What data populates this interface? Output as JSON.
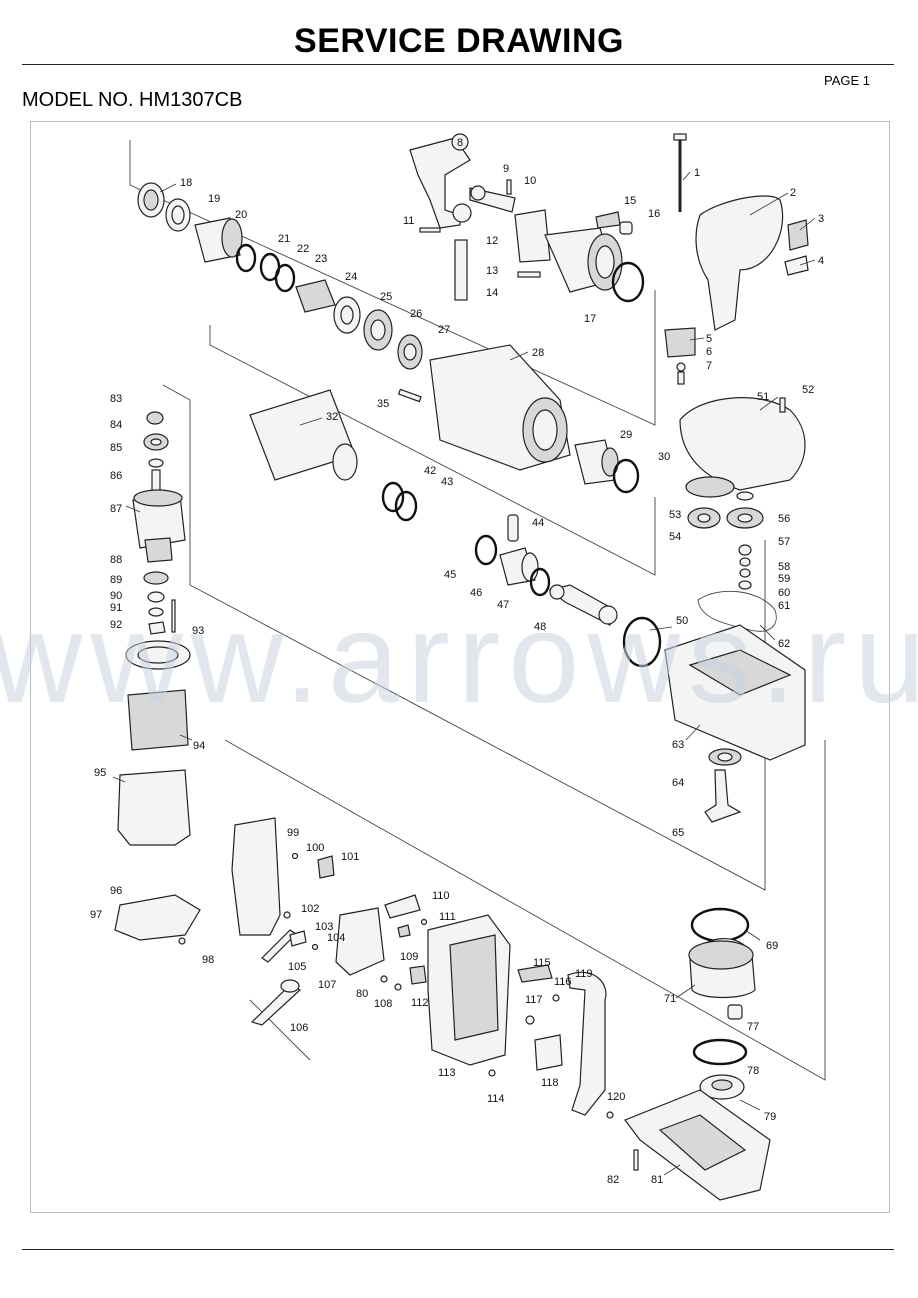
{
  "header": {
    "title": "SERVICE DRAWING",
    "page_label": "PAGE 1",
    "model_label": "MODEL NO. HM1307CB"
  },
  "watermark": "www.arrows.ru",
  "parts": [
    {
      "id": "p1",
      "label": "1"
    },
    {
      "id": "p2",
      "label": "2"
    },
    {
      "id": "p3",
      "label": "3"
    },
    {
      "id": "p4",
      "label": "4"
    },
    {
      "id": "p5",
      "label": "5"
    },
    {
      "id": "p6",
      "label": "6"
    },
    {
      "id": "p7",
      "label": "7"
    },
    {
      "id": "p8",
      "label": "8"
    },
    {
      "id": "p9",
      "label": "9"
    },
    {
      "id": "p10",
      "label": "10"
    },
    {
      "id": "p11",
      "label": "11"
    },
    {
      "id": "p12",
      "label": "12"
    },
    {
      "id": "p13",
      "label": "13"
    },
    {
      "id": "p14",
      "label": "14"
    },
    {
      "id": "p15",
      "label": "15"
    },
    {
      "id": "p16",
      "label": "16"
    },
    {
      "id": "p17",
      "label": "17"
    },
    {
      "id": "p18",
      "label": "18"
    },
    {
      "id": "p19",
      "label": "19"
    },
    {
      "id": "p20",
      "label": "20"
    },
    {
      "id": "p21",
      "label": "21"
    },
    {
      "id": "p22",
      "label": "22"
    },
    {
      "id": "p23",
      "label": "23"
    },
    {
      "id": "p24",
      "label": "24"
    },
    {
      "id": "p25",
      "label": "25"
    },
    {
      "id": "p26",
      "label": "26"
    },
    {
      "id": "p27",
      "label": "27"
    },
    {
      "id": "p28",
      "label": "28"
    },
    {
      "id": "p29",
      "label": "29"
    },
    {
      "id": "p30",
      "label": "30"
    },
    {
      "id": "p32",
      "label": "32"
    },
    {
      "id": "p35",
      "label": "35"
    },
    {
      "id": "p42",
      "label": "42"
    },
    {
      "id": "p43",
      "label": "43"
    },
    {
      "id": "p44",
      "label": "44"
    },
    {
      "id": "p45",
      "label": "45"
    },
    {
      "id": "p46",
      "label": "46"
    },
    {
      "id": "p47",
      "label": "47"
    },
    {
      "id": "p48",
      "label": "48"
    },
    {
      "id": "p50",
      "label": "50"
    },
    {
      "id": "p51",
      "label": "51"
    },
    {
      "id": "p52",
      "label": "52"
    },
    {
      "id": "p53",
      "label": "53"
    },
    {
      "id": "p54",
      "label": "54"
    },
    {
      "id": "p56",
      "label": "56"
    },
    {
      "id": "p57",
      "label": "57"
    },
    {
      "id": "p58",
      "label": "58"
    },
    {
      "id": "p59",
      "label": "59"
    },
    {
      "id": "p60",
      "label": "60"
    },
    {
      "id": "p61",
      "label": "61"
    },
    {
      "id": "p62",
      "label": "62"
    },
    {
      "id": "p63",
      "label": "63"
    },
    {
      "id": "p64",
      "label": "64"
    },
    {
      "id": "p65",
      "label": "65"
    },
    {
      "id": "p69",
      "label": "69"
    },
    {
      "id": "p71",
      "label": "71"
    },
    {
      "id": "p77",
      "label": "77"
    },
    {
      "id": "p78",
      "label": "78"
    },
    {
      "id": "p79",
      "label": "79"
    },
    {
      "id": "p80",
      "label": "80"
    },
    {
      "id": "p81",
      "label": "81"
    },
    {
      "id": "p82",
      "label": "82"
    },
    {
      "id": "p83",
      "label": "83"
    },
    {
      "id": "p84",
      "label": "84"
    },
    {
      "id": "p85",
      "label": "85"
    },
    {
      "id": "p86",
      "label": "86"
    },
    {
      "id": "p87",
      "label": "87"
    },
    {
      "id": "p88",
      "label": "88"
    },
    {
      "id": "p89",
      "label": "89"
    },
    {
      "id": "p90",
      "label": "90"
    },
    {
      "id": "p91",
      "label": "91"
    },
    {
      "id": "p92",
      "label": "92"
    },
    {
      "id": "p93",
      "label": "93"
    },
    {
      "id": "p94",
      "label": "94"
    },
    {
      "id": "p95",
      "label": "95"
    },
    {
      "id": "p96",
      "label": "96"
    },
    {
      "id": "p97",
      "label": "97"
    },
    {
      "id": "p98",
      "label": "98"
    },
    {
      "id": "p99",
      "label": "99"
    },
    {
      "id": "p100",
      "label": "100"
    },
    {
      "id": "p101",
      "label": "101"
    },
    {
      "id": "p102",
      "label": "102"
    },
    {
      "id": "p103",
      "label": "103"
    },
    {
      "id": "p104",
      "label": "104"
    },
    {
      "id": "p105",
      "label": "105"
    },
    {
      "id": "p106",
      "label": "106"
    },
    {
      "id": "p107",
      "label": "107"
    },
    {
      "id": "p108",
      "label": "108"
    },
    {
      "id": "p109",
      "label": "109"
    },
    {
      "id": "p110",
      "label": "110"
    },
    {
      "id": "p111",
      "label": "111"
    },
    {
      "id": "p112",
      "label": "112"
    },
    {
      "id": "p113",
      "label": "113"
    },
    {
      "id": "p114",
      "label": "114"
    },
    {
      "id": "p115",
      "label": "115"
    },
    {
      "id": "p116",
      "label": "116"
    },
    {
      "id": "p117",
      "label": "117"
    },
    {
      "id": "p118",
      "label": "118"
    },
    {
      "id": "p119",
      "label": "119"
    },
    {
      "id": "p120",
      "label": "120"
    }
  ]
}
